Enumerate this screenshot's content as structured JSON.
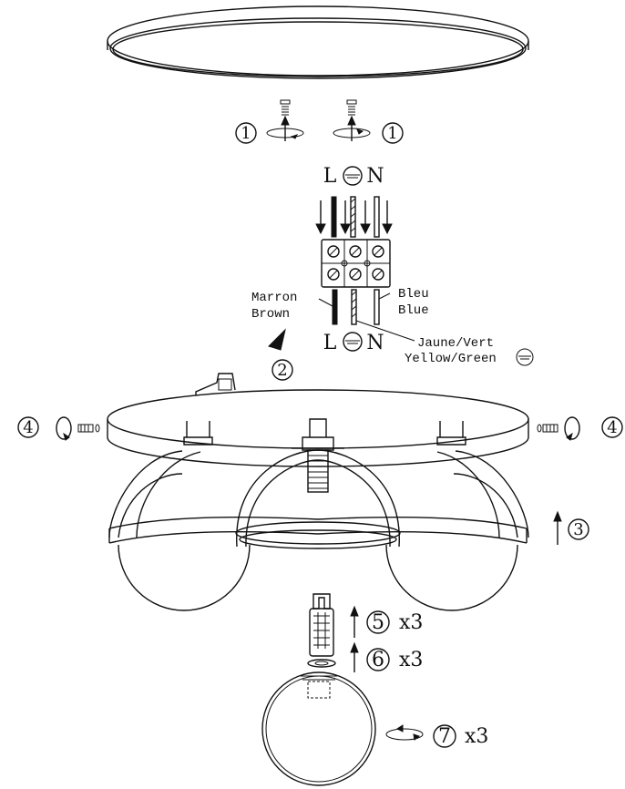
{
  "steps": {
    "s1": "1",
    "s2": "2",
    "s3": "3",
    "s4": "4",
    "s5": "5",
    "s6": "6",
    "s7": "7"
  },
  "quantity": "x3",
  "terminals": {
    "live": "L",
    "neutral": "N"
  },
  "wires": {
    "brown_fr": "Marron",
    "brown_en": "Brown",
    "blue_fr": "Bleu",
    "blue_en": "Blue",
    "earth_fr": "Jaune/Vert",
    "earth_en": "Yellow/Green"
  },
  "icons": {
    "earth": "earth-symbol-icon",
    "rotate": "rotate-arrow-icon",
    "screw": "screw-icon",
    "bulb": "g9-bulb-icon"
  }
}
